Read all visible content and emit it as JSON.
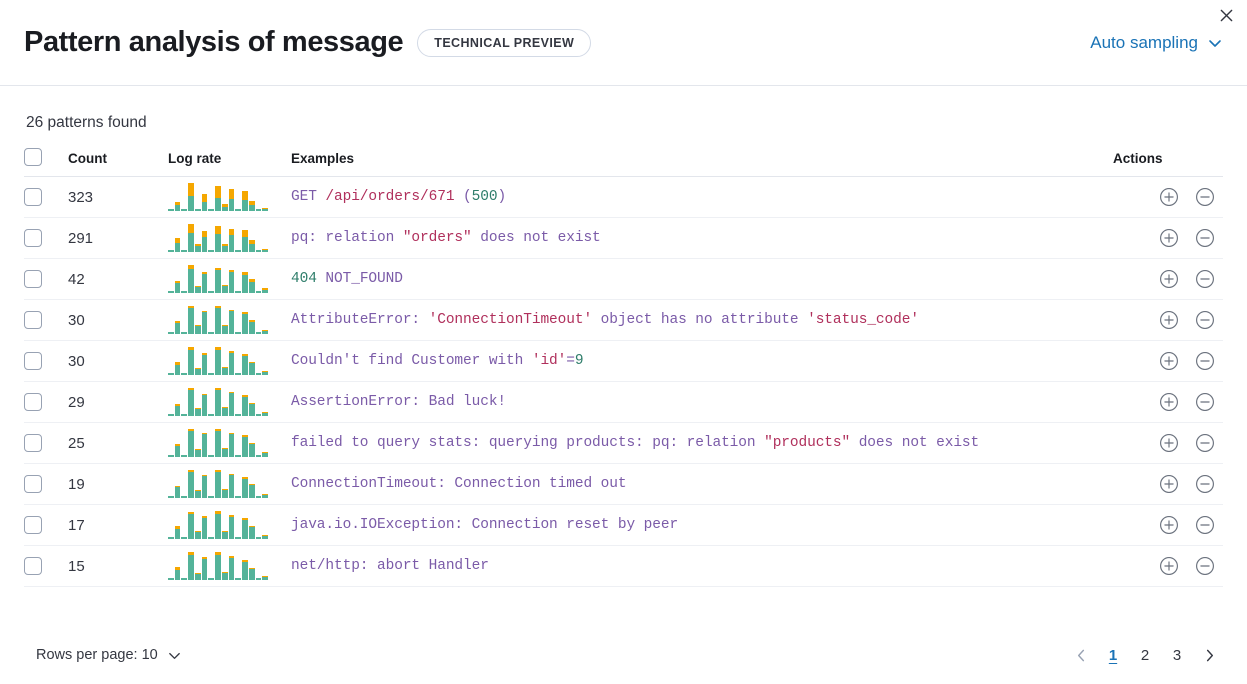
{
  "header": {
    "title": "Pattern analysis of message",
    "badge": "TECHNICAL PREVIEW",
    "sampling_label": "Auto sampling",
    "sampling_icon": "chevron-down-icon",
    "close_icon": "close-icon",
    "accent_color": "#1a73b6"
  },
  "summary": {
    "patterns_found": "26 patterns found"
  },
  "table": {
    "columns": {
      "select": "",
      "count": "Count",
      "log_rate": "Log rate",
      "examples": "Examples",
      "actions": "Actions"
    },
    "action_icons": [
      "plus-circle-icon",
      "minus-circle-icon"
    ],
    "rows": [
      {
        "count": "323",
        "example_tokens": [
          {
            "t": "GET ",
            "c": "default"
          },
          {
            "t": "/api/orders/671",
            "c": "string"
          },
          {
            "t": " (",
            "c": "default"
          },
          {
            "t": "500",
            "c": "number"
          },
          {
            "t": ")",
            "c": "default"
          }
        ],
        "example_plain": "GET /api/orders/671 (500)"
      },
      {
        "count": "291",
        "example_tokens": [
          {
            "t": "pq: relation ",
            "c": "default"
          },
          {
            "t": "\"orders\"",
            "c": "string"
          },
          {
            "t": " does not exist",
            "c": "default"
          }
        ],
        "example_plain": "pq: relation \"orders\" does not exist"
      },
      {
        "count": "42",
        "example_tokens": [
          {
            "t": "404",
            "c": "number"
          },
          {
            "t": " NOT_FOUND",
            "c": "default"
          }
        ],
        "example_plain": "404 NOT_FOUND"
      },
      {
        "count": "30",
        "example_tokens": [
          {
            "t": "AttributeError: ",
            "c": "default"
          },
          {
            "t": "'ConnectionTimeout'",
            "c": "string"
          },
          {
            "t": " object has no attribute ",
            "c": "default"
          },
          {
            "t": "'status_code'",
            "c": "string"
          }
        ],
        "example_plain": "AttributeError: 'ConnectionTimeout' object has no attribute 'status_code'"
      },
      {
        "count": "30",
        "example_tokens": [
          {
            "t": "Couldn't find Customer with ",
            "c": "default"
          },
          {
            "t": "'id'",
            "c": "string"
          },
          {
            "t": "=",
            "c": "default"
          },
          {
            "t": "9",
            "c": "number"
          }
        ],
        "example_plain": "Couldn't find Customer with 'id'=9"
      },
      {
        "count": "29",
        "example_tokens": [
          {
            "t": "AssertionError: Bad luck!",
            "c": "default"
          }
        ],
        "example_plain": "AssertionError: Bad luck!"
      },
      {
        "count": "25",
        "example_tokens": [
          {
            "t": "failed to query stats: querying products: pq: relation ",
            "c": "default"
          },
          {
            "t": "\"products\"",
            "c": "string"
          },
          {
            "t": " does not exist",
            "c": "default"
          }
        ],
        "example_plain": "failed to query stats: querying products: pq: relation \"products\" does not exist"
      },
      {
        "count": "19",
        "example_tokens": [
          {
            "t": "ConnectionTimeout: Connection timed out",
            "c": "default"
          }
        ],
        "example_plain": "ConnectionTimeout: Connection timed out"
      },
      {
        "count": "17",
        "example_tokens": [
          {
            "t": "java.io.IOException: Connection reset by peer",
            "c": "default"
          }
        ],
        "example_plain": "java.io.IOException: Connection reset by peer"
      },
      {
        "count": "15",
        "example_tokens": [
          {
            "t": "net/http: abort Handler",
            "c": "default"
          }
        ],
        "example_plain": "net/http: abort Handler"
      }
    ]
  },
  "chart_data": {
    "type": "bar",
    "title": "Log rate sparklines",
    "stacked": true,
    "grid": false,
    "legend": null,
    "xlabel": "",
    "ylabel": "",
    "ylim": [
      0,
      100
    ],
    "series_colors": {
      "base": "#54b399",
      "highlight": "#f5a700"
    },
    "sparklines": [
      {
        "row": "323",
        "base": [
          3,
          14,
          2,
          33,
          3,
          20,
          2,
          30,
          10,
          28,
          3,
          25,
          14,
          3,
          4
        ],
        "highlight": [
          0,
          7,
          0,
          30,
          0,
          18,
          0,
          27,
          6,
          22,
          0,
          20,
          10,
          0,
          3
        ]
      },
      {
        "row": "291",
        "base": [
          3,
          16,
          3,
          34,
          10,
          26,
          3,
          32,
          11,
          30,
          3,
          27,
          15,
          3,
          4
        ],
        "highlight": [
          0,
          9,
          0,
          16,
          4,
          10,
          0,
          14,
          4,
          11,
          0,
          12,
          7,
          0,
          2
        ]
      },
      {
        "row": "42",
        "base": [
          3,
          20,
          3,
          46,
          12,
          36,
          4,
          44,
          13,
          40,
          3,
          34,
          21,
          3,
          6
        ],
        "highlight": [
          0,
          4,
          0,
          8,
          2,
          3,
          0,
          4,
          2,
          3,
          0,
          5,
          6,
          0,
          4
        ]
      },
      {
        "row": "30",
        "base": [
          3,
          18,
          3,
          44,
          13,
          37,
          4,
          43,
          14,
          38,
          3,
          33,
          20,
          3,
          5
        ],
        "highlight": [
          0,
          3,
          0,
          3,
          2,
          2,
          0,
          3,
          2,
          2,
          0,
          3,
          3,
          0,
          2
        ]
      },
      {
        "row": "30",
        "base": [
          3,
          18,
          3,
          45,
          11,
          36,
          4,
          45,
          13,
          39,
          3,
          34,
          22,
          3,
          6
        ],
        "highlight": [
          0,
          5,
          0,
          5,
          2,
          3,
          0,
          5,
          2,
          3,
          0,
          4,
          2,
          0,
          2
        ]
      },
      {
        "row": "29",
        "base": [
          3,
          17,
          3,
          43,
          12,
          35,
          4,
          42,
          13,
          37,
          3,
          32,
          20,
          3,
          5
        ],
        "highlight": [
          0,
          3,
          0,
          3,
          2,
          2,
          0,
          3,
          2,
          2,
          0,
          3,
          2,
          0,
          2
        ]
      },
      {
        "row": "25",
        "base": [
          3,
          19,
          3,
          44,
          12,
          38,
          4,
          44,
          13,
          39,
          3,
          33,
          21,
          3,
          6
        ],
        "highlight": [
          0,
          3,
          0,
          3,
          2,
          2,
          0,
          3,
          2,
          2,
          0,
          3,
          2,
          0,
          2
        ]
      },
      {
        "row": "19",
        "base": [
          3,
          18,
          3,
          43,
          12,
          36,
          4,
          43,
          13,
          38,
          3,
          32,
          21,
          3,
          5
        ],
        "highlight": [
          0,
          2,
          0,
          3,
          1,
          2,
          0,
          3,
          1,
          2,
          0,
          3,
          2,
          0,
          2
        ]
      },
      {
        "row": "17",
        "base": [
          3,
          18,
          3,
          43,
          12,
          37,
          4,
          44,
          13,
          38,
          3,
          33,
          21,
          3,
          6
        ],
        "highlight": [
          0,
          5,
          0,
          4,
          2,
          3,
          0,
          5,
          2,
          3,
          0,
          4,
          2,
          0,
          2
        ]
      },
      {
        "row": "15",
        "base": [
          3,
          17,
          3,
          44,
          11,
          36,
          4,
          43,
          12,
          38,
          3,
          32,
          20,
          3,
          5
        ],
        "highlight": [
          0,
          6,
          0,
          5,
          2,
          3,
          0,
          6,
          2,
          3,
          0,
          4,
          2,
          0,
          2
        ]
      }
    ]
  },
  "footer": {
    "rows_per_page_label": "Rows per page: 10",
    "rows_per_page_icon": "chevron-down-icon",
    "prev_icon": "chevron-left-icon",
    "next_icon": "chevron-right-icon",
    "pages": [
      "1",
      "2",
      "3"
    ],
    "active_page": "1"
  }
}
